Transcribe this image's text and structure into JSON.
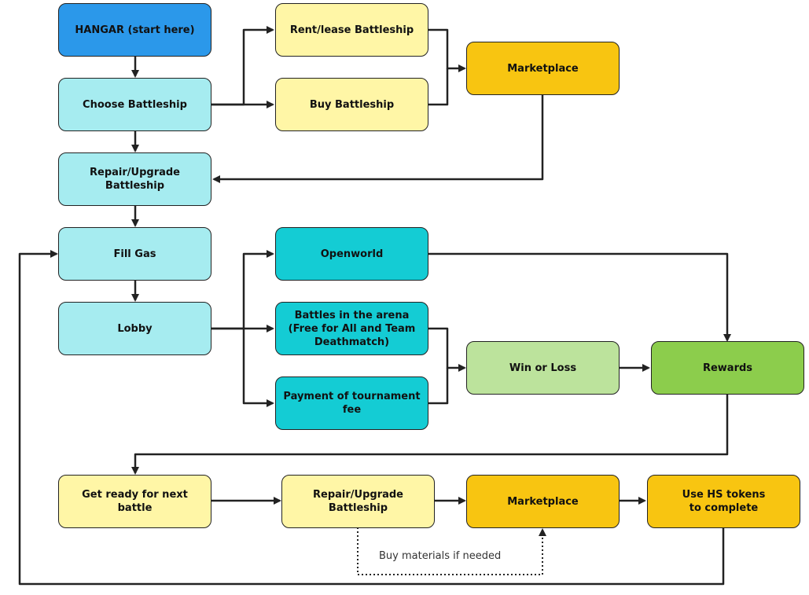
{
  "nodes": {
    "hangar": "HANGAR (start here)",
    "choose_battleship": "Choose Battleship",
    "rent_lease": "Rent/lease Battleship",
    "buy_battleship": "Buy Battleship",
    "marketplace_top": "Marketplace",
    "repair_upgrade_top": "Repair/Upgrade Battleship",
    "fill_gas": "Fill Gas",
    "lobby": "Lobby",
    "openworld": "Openworld",
    "battles_arena": "Battles in the arena (Free for All and Team Deathmatch)",
    "tournament_fee": "Payment of tournament fee",
    "win_or_loss": "Win or Loss",
    "rewards": "Rewards",
    "get_ready": "Get ready for next battle",
    "repair_upgrade_bottom": "Repair/Upgrade Battleship",
    "marketplace_bottom": "Marketplace",
    "use_hs_tokens": "Use HS tokens to complete"
  },
  "edge_labels": {
    "buy_materials": "Buy materials if needed"
  },
  "colors": {
    "start": "#2b98ea",
    "step": "#a6ecf0",
    "option": "#fff6a6",
    "market": "#f8c511",
    "mode": "#14ccd4",
    "result": "#bce39c",
    "reward": "#8ccd4c"
  }
}
